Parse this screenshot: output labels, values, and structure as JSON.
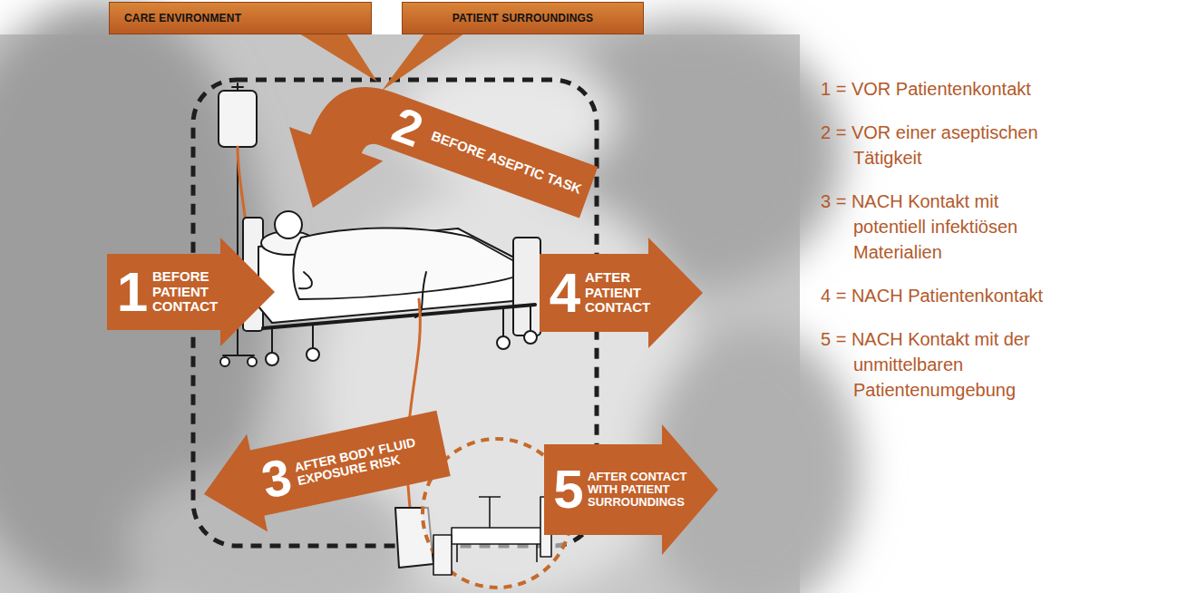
{
  "diagram": {
    "nodes": [
      {
        "text": [
          "CARE ENVIRONMENT"
        ]
      },
      {
        "text": [
          "PATIENT SURROUNDINGS"
        ]
      },
      {
        "text": [
          "1",
          "BEFORE PATIENT CONTACT"
        ]
      },
      {
        "text": [
          "2",
          "BEFORE ASEPTIC TASK"
        ]
      },
      {
        "text": [
          "4",
          "AFTER PATIENT CONTACT"
        ]
      },
      {
        "text": [
          "3",
          "AFTER BODY FLUID EXPOSURE RISK"
        ]
      },
      {
        "text": [
          "5",
          "AFTER CONTACT WITH PATIENT SURROUNDINGS"
        ]
      }
    ],
    "labels": [
      "1 = VOR Patientenkontakt",
      "2 = VOR einer aseptischen Tätigkeit",
      "3 = NACH Kontakt mit potentiell infektiösen Materialien",
      "4 = NACH Patientenkontakt",
      "5 = NACH Kontakt mit der unmittelbaren Patientenumgebung"
    ]
  }
}
